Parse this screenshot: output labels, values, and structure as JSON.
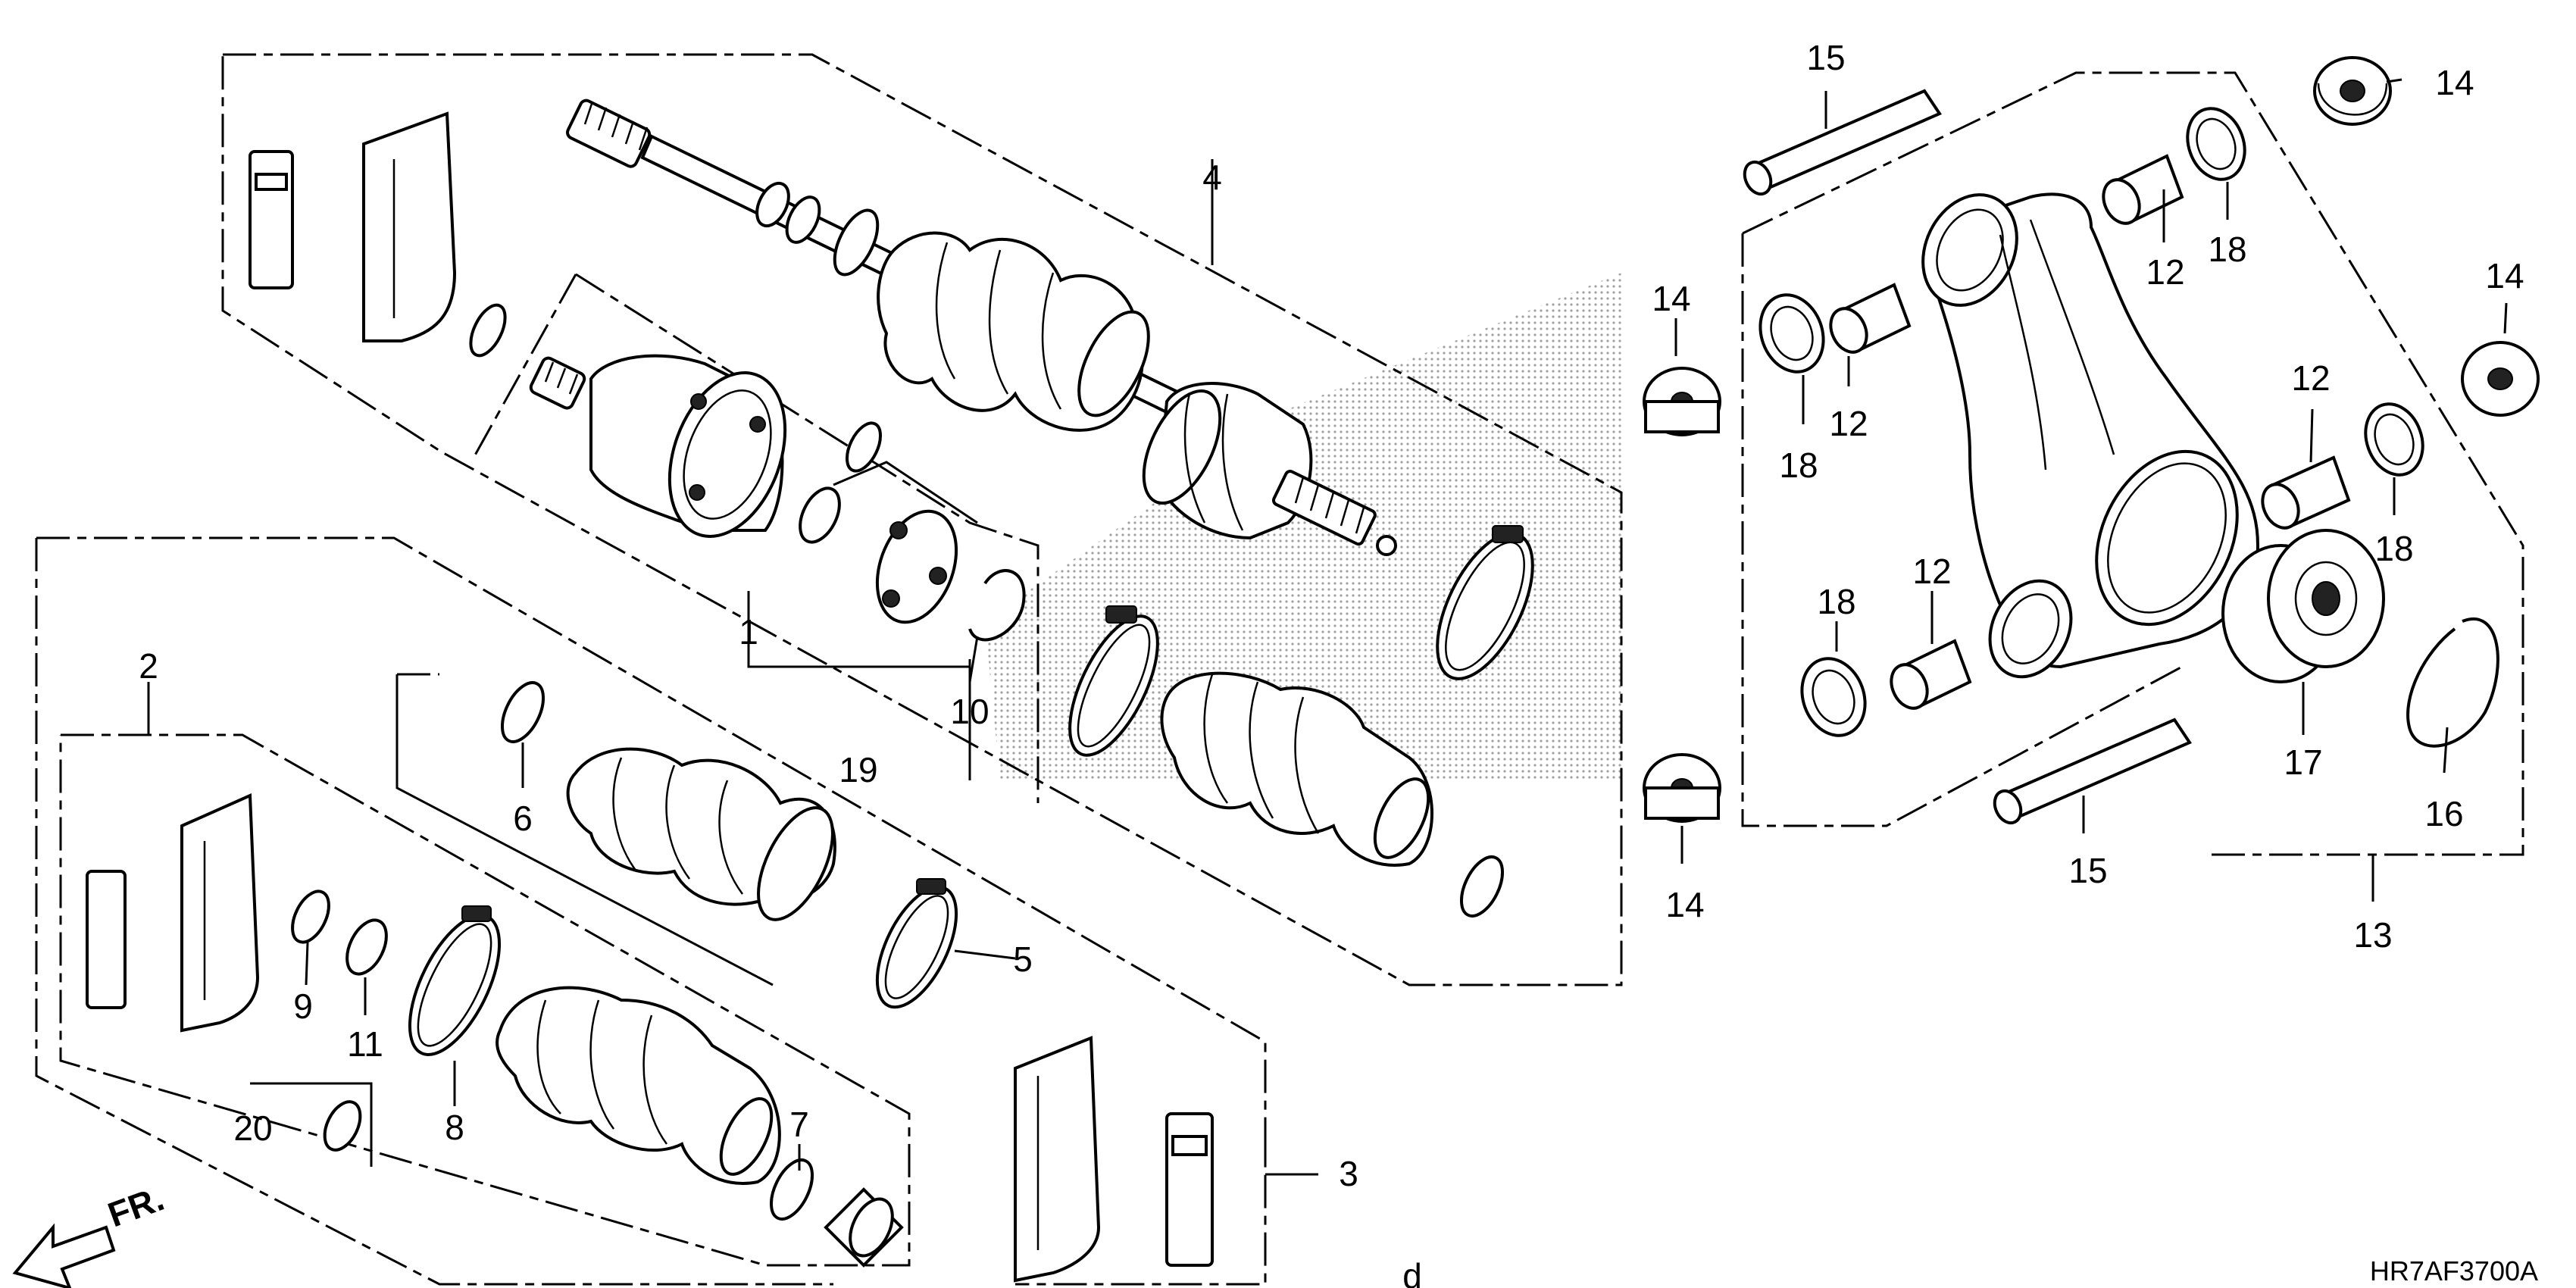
{
  "diagram": {
    "part_code": "HR7AF3700A",
    "stray_char": "d",
    "direction_label": "FR.",
    "callouts": [
      "1",
      "2",
      "3",
      "4",
      "5",
      "6",
      "7",
      "8",
      "9",
      "10",
      "11",
      "12",
      "13",
      "14",
      "15",
      "16",
      "17",
      "18",
      "19",
      "20"
    ]
  }
}
